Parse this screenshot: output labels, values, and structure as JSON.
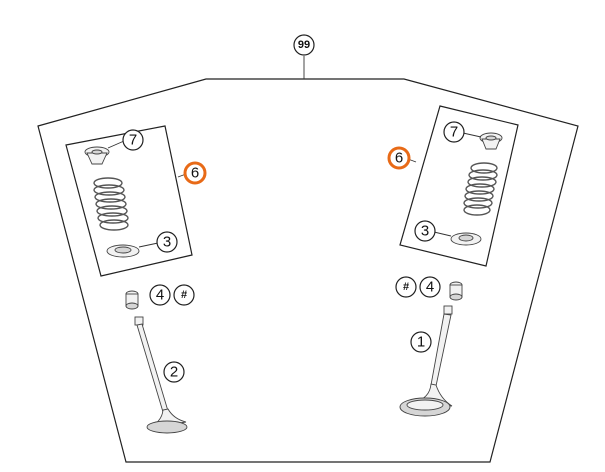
{
  "diagram": {
    "callouts": {
      "assembly": "99",
      "left_keeper": "7",
      "left_kit": "6",
      "left_spring_seat": "3",
      "left_seal": "4",
      "left_seal_hash": "#",
      "left_valve": "2",
      "right_keeper": "7",
      "right_kit": "6",
      "right_spring_seat": "3",
      "right_seal": "4",
      "right_seal_hash": "#",
      "right_valve": "1"
    },
    "highlight_color": "#e86a17"
  }
}
